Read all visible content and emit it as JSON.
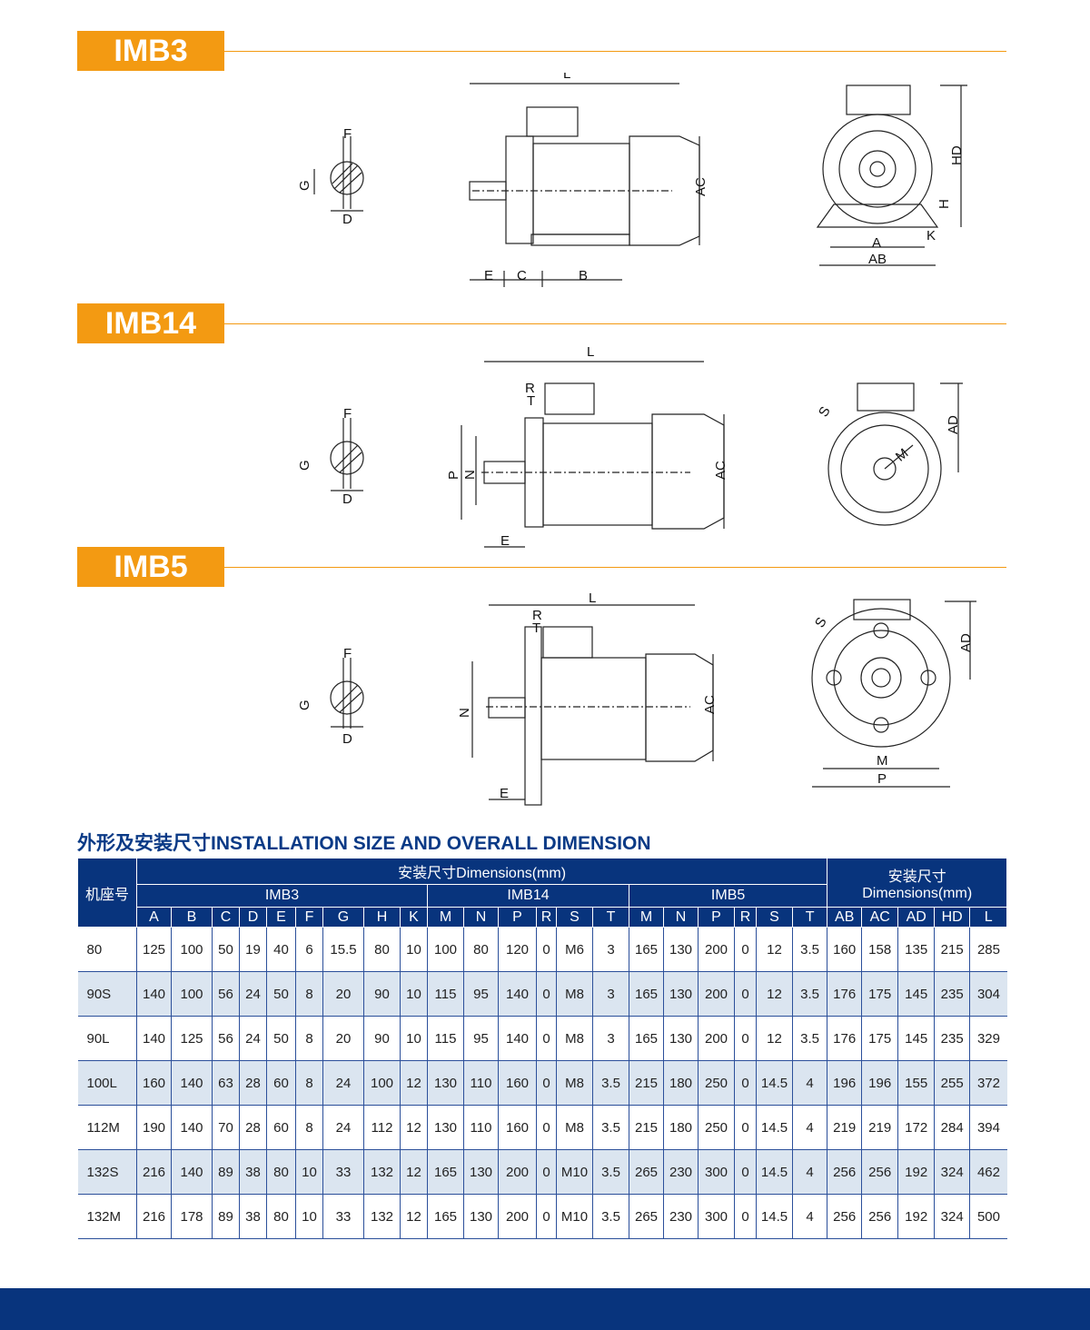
{
  "sections": [
    {
      "label": "IMB3",
      "shaft": {
        "F": "F",
        "G": "G",
        "D": "D"
      },
      "side": [
        "L",
        "AC",
        "E",
        "C",
        "B"
      ],
      "end": [
        "HD",
        "H",
        "A",
        "AB",
        "K"
      ]
    },
    {
      "label": "IMB14",
      "shaft": {
        "F": "F",
        "G": "G",
        "D": "D"
      },
      "side": [
        "L",
        "R",
        "T",
        "P",
        "N",
        "AC",
        "E"
      ],
      "end": [
        "S",
        "M",
        "AD"
      ]
    },
    {
      "label": "IMB5",
      "shaft": {
        "F": "F",
        "G": "G",
        "D": "D"
      },
      "side": [
        "L",
        "R",
        "T",
        "N",
        "AC",
        "E"
      ],
      "end": [
        "S",
        "AD",
        "M",
        "P"
      ]
    }
  ],
  "table": {
    "title": "外形及安装尺寸INSTALLATION SIZE AND OVERALL DIMENSION",
    "frame_header": "机座号",
    "dimensions_header": "安装尺寸Dimensions(mm)",
    "overall_header_cn": "安装尺寸",
    "overall_header_en": "Dimensions(mm)",
    "groups": [
      "IMB3",
      "IMB14",
      "IMB5"
    ],
    "columns": [
      "A",
      "B",
      "C",
      "D",
      "E",
      "F",
      "G",
      "H",
      "K",
      "M",
      "N",
      "P",
      "R",
      "S",
      "T",
      "M",
      "N",
      "P",
      "R",
      "S",
      "T",
      "AB",
      "AC",
      "AD",
      "HD",
      "L"
    ],
    "rows": [
      [
        "80",
        "125",
        "100",
        "50",
        "19",
        "40",
        "6",
        "15.5",
        "80",
        "10",
        "100",
        "80",
        "120",
        "0",
        "M6",
        "3",
        "165",
        "130",
        "200",
        "0",
        "12",
        "3.5",
        "160",
        "158",
        "135",
        "215",
        "285"
      ],
      [
        "90S",
        "140",
        "100",
        "56",
        "24",
        "50",
        "8",
        "20",
        "90",
        "10",
        "115",
        "95",
        "140",
        "0",
        "M8",
        "3",
        "165",
        "130",
        "200",
        "0",
        "12",
        "3.5",
        "176",
        "175",
        "145",
        "235",
        "304"
      ],
      [
        "90L",
        "140",
        "125",
        "56",
        "24",
        "50",
        "8",
        "20",
        "90",
        "10",
        "115",
        "95",
        "140",
        "0",
        "M8",
        "3",
        "165",
        "130",
        "200",
        "0",
        "12",
        "3.5",
        "176",
        "175",
        "145",
        "235",
        "329"
      ],
      [
        "100L",
        "160",
        "140",
        "63",
        "28",
        "60",
        "8",
        "24",
        "100",
        "12",
        "130",
        "110",
        "160",
        "0",
        "M8",
        "3.5",
        "215",
        "180",
        "250",
        "0",
        "14.5",
        "4",
        "196",
        "196",
        "155",
        "255",
        "372"
      ],
      [
        "112M",
        "190",
        "140",
        "70",
        "28",
        "60",
        "8",
        "24",
        "112",
        "12",
        "130",
        "110",
        "160",
        "0",
        "M8",
        "3.5",
        "215",
        "180",
        "250",
        "0",
        "14.5",
        "4",
        "219",
        "219",
        "172",
        "284",
        "394"
      ],
      [
        "132S",
        "216",
        "140",
        "89",
        "38",
        "80",
        "10",
        "33",
        "132",
        "12",
        "165",
        "130",
        "200",
        "0",
        "M10",
        "3.5",
        "265",
        "230",
        "300",
        "0",
        "14.5",
        "4",
        "256",
        "256",
        "192",
        "324",
        "462"
      ],
      [
        "132M",
        "216",
        "178",
        "89",
        "38",
        "80",
        "10",
        "33",
        "132",
        "12",
        "165",
        "130",
        "200",
        "0",
        "M10",
        "3.5",
        "265",
        "230",
        "300",
        "0",
        "14.5",
        "4",
        "256",
        "256",
        "192",
        "324",
        "500"
      ]
    ]
  },
  "colors": {
    "accent": "#f39a12",
    "navy": "#08347d",
    "row_alt": "#dbe5f0"
  }
}
